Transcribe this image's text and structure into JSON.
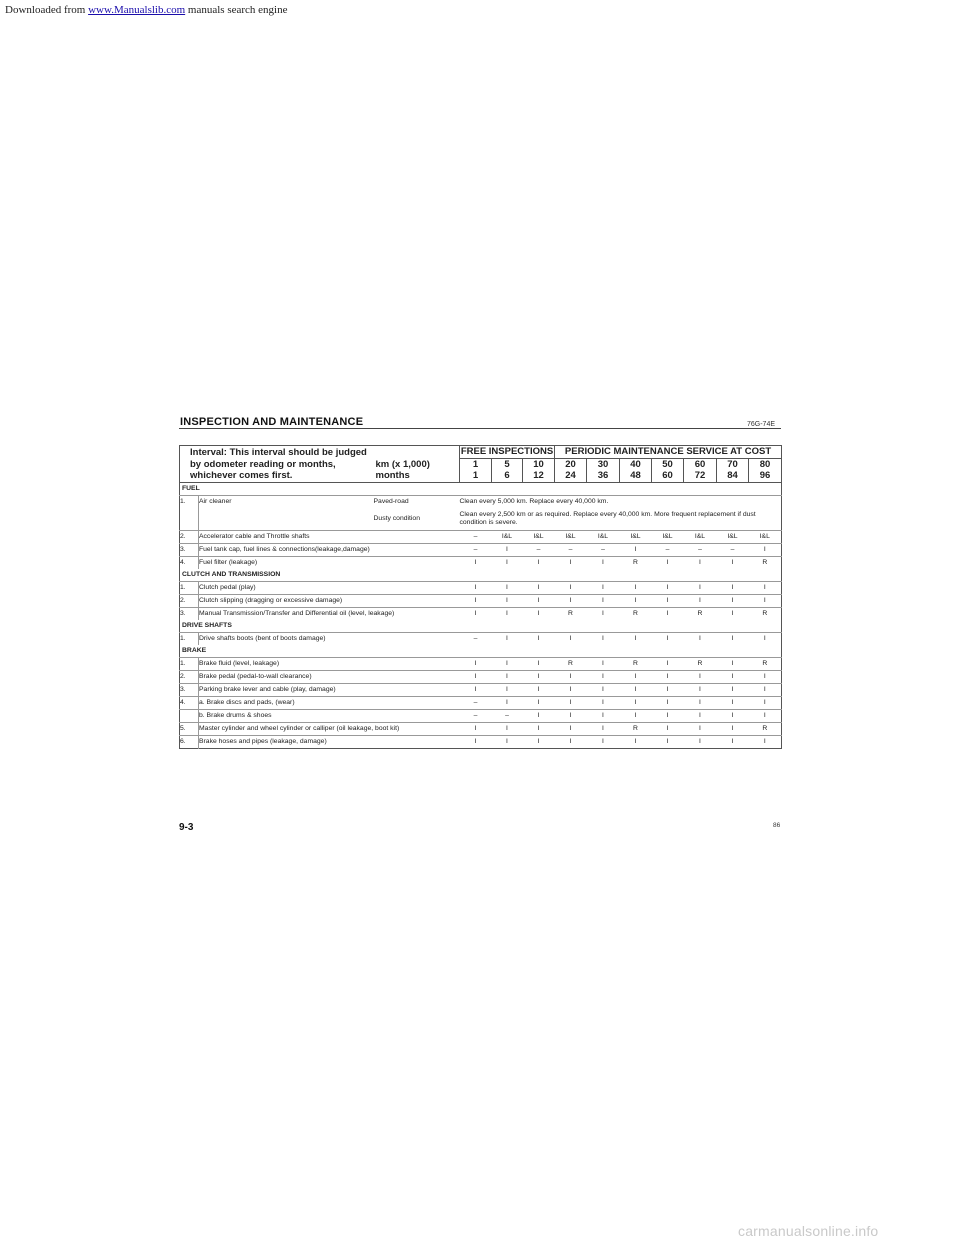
{
  "watermark": {
    "prefix": "Downloaded from ",
    "link": "www.Manualslib.com",
    "suffix": " manuals search engine",
    "footer": "carmanualsonline.info"
  },
  "header": {
    "title": "INSPECTION AND MAINTENANCE",
    "code": "76G-74E"
  },
  "table": {
    "interval_lines": [
      "Interval: This interval should be judged",
      "by  odometer  reading  or  months,",
      "whichever  comes  first."
    ],
    "km_label": "km  (x  1,000)",
    "months_label": "months",
    "free_label": "FREE INSPECTIONS",
    "periodic_label": "PERIODIC MAINTENANCE SERVICE AT COST",
    "km": [
      "1",
      "5",
      "10",
      "20",
      "30",
      "40",
      "50",
      "60",
      "70",
      "80"
    ],
    "months": [
      "1",
      "6",
      "12",
      "24",
      "36",
      "48",
      "60",
      "72",
      "84",
      "96"
    ],
    "sections": [
      {
        "name": "FUEL",
        "rows": [
          {
            "num": "1.",
            "desc": "Air cleaner",
            "cond": "Paved-road",
            "note": "Clean every 5,000 km. Replace every 40,000 km."
          },
          {
            "num": "",
            "desc": "",
            "cond": "Dusty condition",
            "note": "Clean every 2,500 km or as required. Replace every 40,000 km. More frequent replacement if dust condition is severe."
          },
          {
            "num": "2.",
            "desc": "Accelerator cable and Throttle shafts",
            "vals": [
              "–",
              "I&L",
              "I&L",
              "I&L",
              "I&L",
              "I&L",
              "I&L",
              "I&L",
              "I&L",
              "I&L"
            ]
          },
          {
            "num": "3.",
            "desc": "Fuel tank cap, fuel lines & connections(leakage,damage)",
            "vals": [
              "–",
              "I",
              "–",
              "–",
              "–",
              "I",
              "–",
              "–",
              "–",
              "I"
            ]
          },
          {
            "num": "4.",
            "desc": "Fuel filter (leakage)",
            "vals": [
              "I",
              "I",
              "I",
              "I",
              "I",
              "R",
              "I",
              "I",
              "I",
              "R"
            ]
          }
        ]
      },
      {
        "name": "CLUTCH AND TRANSMISSION",
        "rows": [
          {
            "num": "1.",
            "desc": "Clutch pedal (play)",
            "vals": [
              "I",
              "I",
              "I",
              "I",
              "I",
              "I",
              "I",
              "I",
              "I",
              "I"
            ]
          },
          {
            "num": "2.",
            "desc": "Clutch slipping (dragging or excessive damage)",
            "vals": [
              "I",
              "I",
              "I",
              "I",
              "I",
              "I",
              "I",
              "I",
              "I",
              "I"
            ]
          },
          {
            "num": "3.",
            "desc": "Manual Transmission/Transfer and Differential oil (level, leakage)",
            "vals": [
              "I",
              "I",
              "I",
              "R",
              "I",
              "R",
              "I",
              "R",
              "I",
              "R"
            ]
          }
        ]
      },
      {
        "name": "DRIVE SHAFTS",
        "rows": [
          {
            "num": "1.",
            "desc": "Drive shafts boots (bent of boots damage)",
            "vals": [
              "–",
              "I",
              "I",
              "I",
              "I",
              "I",
              "I",
              "I",
              "I",
              "I"
            ]
          }
        ]
      },
      {
        "name": "BRAKE",
        "rows": [
          {
            "num": "1.",
            "desc": "Brake fluid (level, leakage)",
            "vals": [
              "I",
              "I",
              "I",
              "R",
              "I",
              "R",
              "I",
              "R",
              "I",
              "R"
            ]
          },
          {
            "num": "2.",
            "desc": "Brake pedal (pedal-to-wall clearance)",
            "vals": [
              "I",
              "I",
              "I",
              "I",
              "I",
              "I",
              "I",
              "I",
              "I",
              "I"
            ]
          },
          {
            "num": "3.",
            "desc": "Parking brake lever and cable (play, damage)",
            "vals": [
              "I",
              "I",
              "I",
              "I",
              "I",
              "I",
              "I",
              "I",
              "I",
              "I"
            ]
          },
          {
            "num": "4.",
            "desc": "a. Brake discs and pads, (wear)",
            "vals": [
              "–",
              "I",
              "I",
              "I",
              "I",
              "I",
              "I",
              "I",
              "I",
              "I"
            ]
          },
          {
            "num": "",
            "desc": "b. Brake drums & shoes",
            "vals": [
              "–",
              "–",
              "I",
              "I",
              "I",
              "I",
              "I",
              "I",
              "I",
              "I"
            ]
          },
          {
            "num": "5.",
            "desc": "Master cylinder and wheel cylinder or calliper (oil leakage, boot  kit)",
            "vals": [
              "I",
              "I",
              "I",
              "I",
              "I",
              "R",
              "I",
              "I",
              "I",
              "R"
            ]
          },
          {
            "num": "6.",
            "desc": "Brake hoses and pipes (leakage, damage)",
            "vals": [
              "I",
              "I",
              "I",
              "I",
              "I",
              "I",
              "I",
              "I",
              "I",
              "I"
            ]
          }
        ]
      }
    ]
  },
  "footer": {
    "page": "9-3",
    "page_small": "86"
  }
}
